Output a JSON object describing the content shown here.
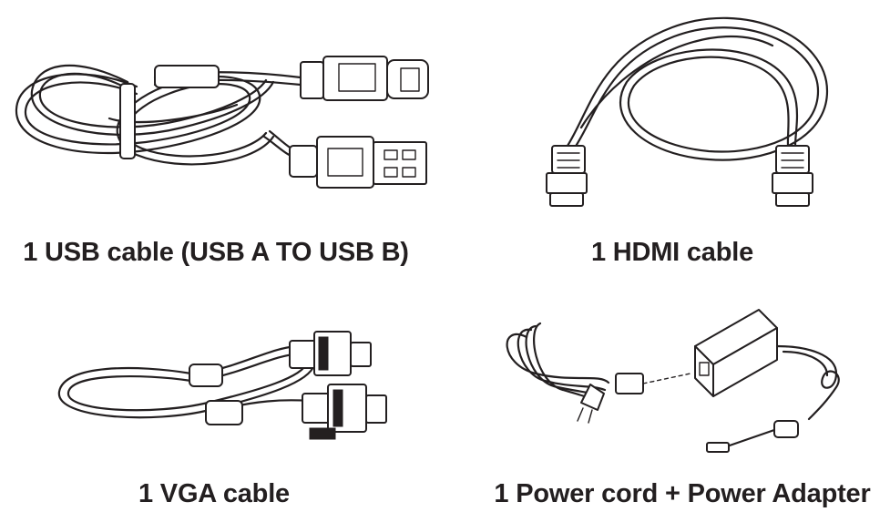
{
  "items": [
    {
      "id": "usb",
      "label": "1 USB cable (USB A TO USB B)",
      "illustration": "usb-cable-icon"
    },
    {
      "id": "hdmi",
      "label": "1 HDMI cable",
      "illustration": "hdmi-cable-icon"
    },
    {
      "id": "vga",
      "label": "1 VGA cable",
      "illustration": "vga-cable-icon"
    },
    {
      "id": "power",
      "label": "1 Power cord + Power Adapter",
      "illustration": "power-adapter-icon"
    }
  ]
}
